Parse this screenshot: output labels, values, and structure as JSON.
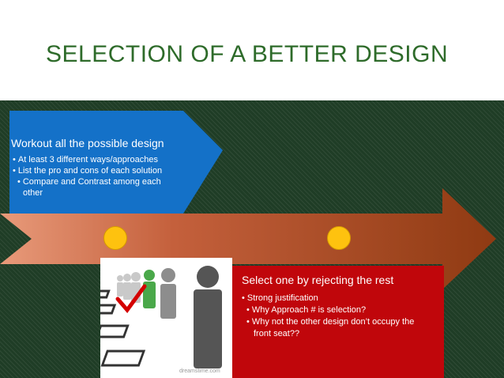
{
  "slide": {
    "title": "SELECTION OF A BETTER DESIGN",
    "colors": {
      "title": "#2e6b2a",
      "background": "#1f3d26",
      "blue_box": "#1471c8",
      "red_box": "#c0060b",
      "arrow": "#9a3a16",
      "dots": "#fec20f"
    }
  },
  "step1": {
    "heading": "Workout all the possible design",
    "bullets": [
      "At least 3 different ways/approaches",
      "List the pro and cons of each solution"
    ],
    "sub_bullets": [
      "Compare and Contrast among each",
      "other"
    ]
  },
  "step2": {
    "heading": "Select one by rejecting the rest",
    "bullets": [
      "Strong justification"
    ],
    "sub_bullets": [
      "Why Approach # is selection?",
      "Why not the other design don’t occupy the",
      "front seat??"
    ]
  },
  "image": {
    "watermark": "dreamstime.com",
    "icons": [
      "people-line-icon",
      "checkmark-icon",
      "checkbox-icon"
    ]
  }
}
